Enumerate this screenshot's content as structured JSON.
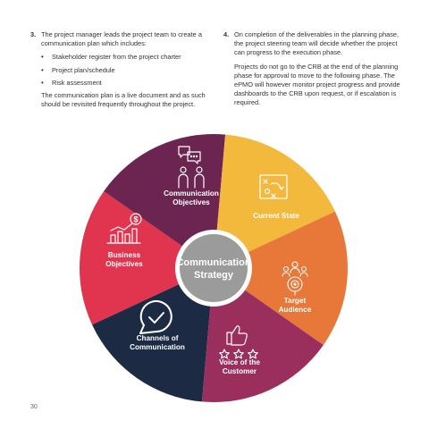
{
  "left_column": {
    "number": "3.",
    "intro": "The project manager leads the project team to create a communication plan which includes:",
    "bullets": [
      "Stakeholder register from the project charter",
      "Project plan/schedule",
      "Risk assessment"
    ],
    "closing": "The communication plan is a live document and as such should be revisited frequently throughout the project."
  },
  "right_column": {
    "number": "4.",
    "paragraph1": "On completion of the deliverables in the planning phase, the project steering team will decide whether the project can progress to the execution phase.",
    "paragraph2": "Projects do not go to the CRB at the end of the planning phase for approval to move to the following phase. The ePMO will however monitor project progress and provide dashboards to the CRB upon request, or if escalation is required."
  },
  "diagram": {
    "center": {
      "line1": "Communication",
      "line2": "Strategy",
      "color": "#9b9b9b"
    },
    "segments": [
      {
        "line1": "Communication",
        "line2": "Objectives",
        "color": "#e0344f",
        "icon": "chat-people-icon"
      },
      {
        "line1": "Current State",
        "line2": "",
        "color": "#6b2550",
        "icon": "strategy-board-icon"
      },
      {
        "line1": "Target",
        "line2": "Audience",
        "color": "#f3b93d",
        "icon": "target-people-icon"
      },
      {
        "line1": "Voice of the",
        "line2": "Customer",
        "color": "#e8783a",
        "icon": "thumbs-up-stars-icon"
      },
      {
        "line1": "Channels of",
        "line2": "Communication",
        "color": "#9a2f5e",
        "icon": "check-chat-icon"
      },
      {
        "line1": "Business",
        "line2": "Objectives",
        "color": "#1c2a44",
        "icon": "growth-chart-icon"
      }
    ]
  },
  "page_number": "30"
}
